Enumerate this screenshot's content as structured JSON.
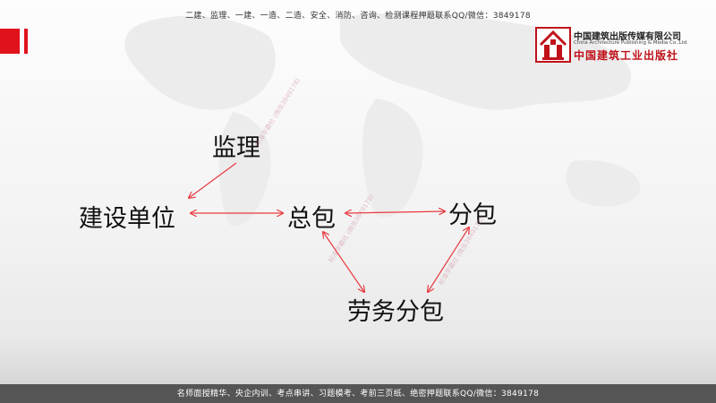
{
  "header": {
    "banner": "二建、监理、一建、一造、二造、安全、消防、咨询、检测课程押题联系QQ/微信：3849178"
  },
  "footer": {
    "banner": "名师面授精华、央企内训、考点串讲、习题模考、考前三页纸、绝密押题联系QQ/微信：3849178"
  },
  "logo": {
    "name_cn": "中国建筑出版传媒有限公司",
    "name_en": "China Architecture Publishing & Media Co.,Ltd",
    "calligraphy": "中国建筑工业出版社"
  },
  "diagram": {
    "nodes": {
      "supervisor": "监理",
      "owner": "建设单位",
      "general_contractor": "总包",
      "subcontractor": "分包",
      "labor_subcontractor": "劳务分包"
    },
    "arrow_color": "#e8393f"
  },
  "watermarks": [
    "标准学霸社 (微信3849178)",
    "标准学霸社 (微信3849178)",
    "标准学霸社 (微信3849178)"
  ]
}
